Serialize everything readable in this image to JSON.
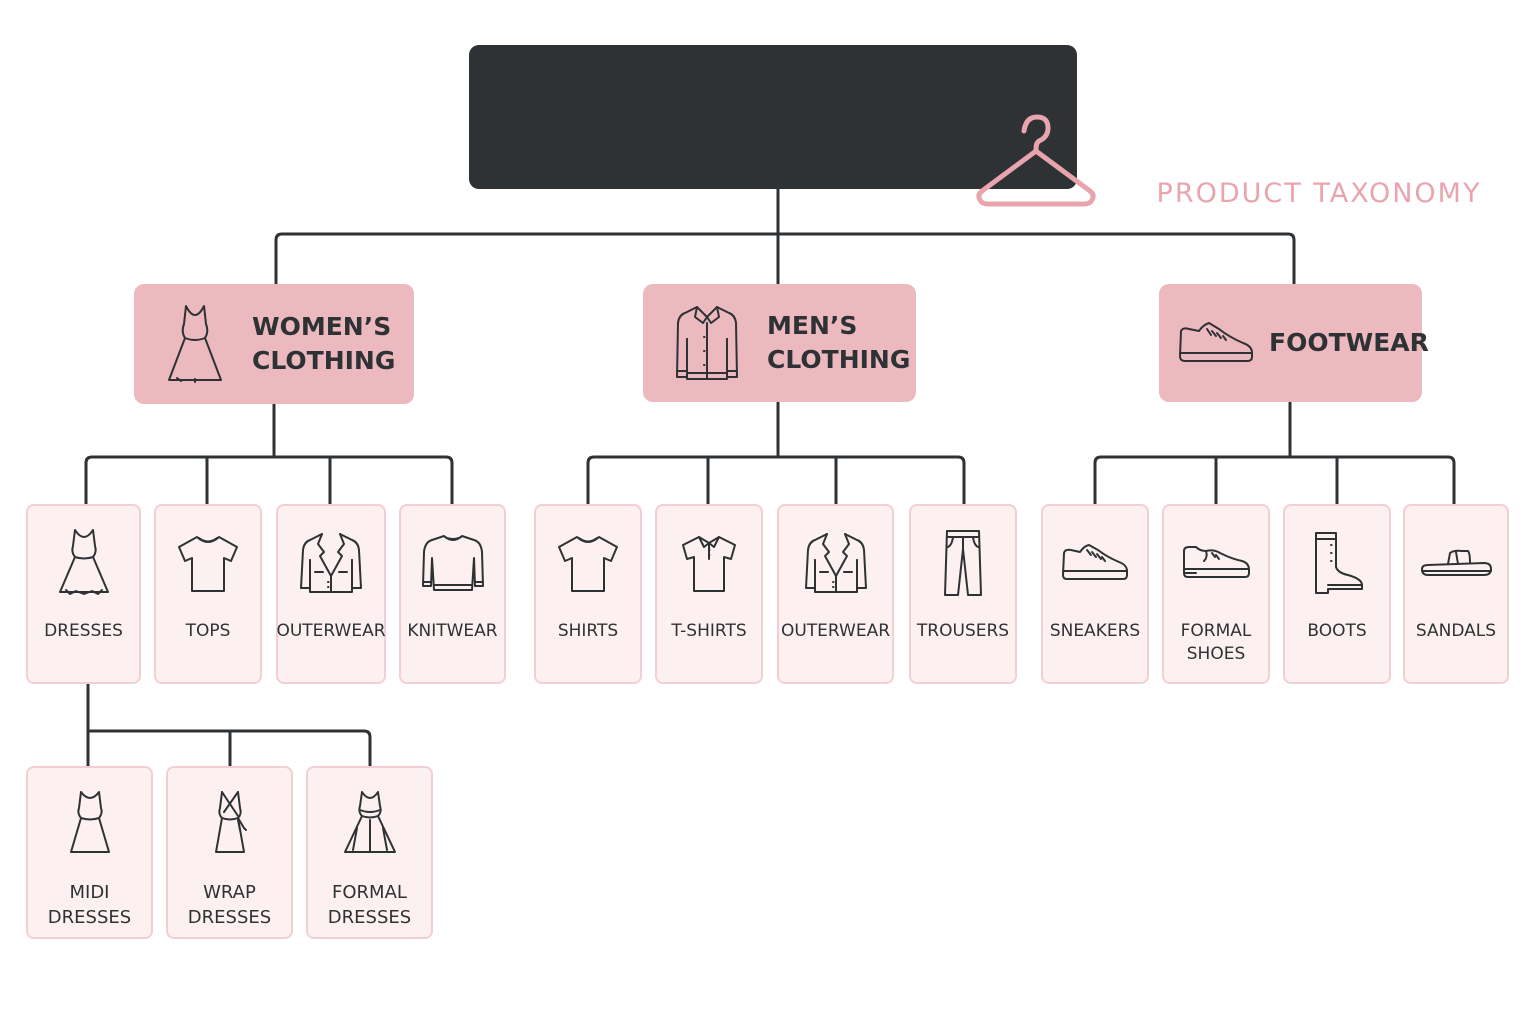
{
  "root": {
    "title": "FASHION STORE",
    "subtitle": "PRODUCT TAXONOMY",
    "icon": "hanger-icon"
  },
  "categories": [
    {
      "label": "WOMEN’S\nCLOTHING",
      "icon": "dress-icon",
      "children": [
        {
          "label": "DRESSES",
          "icon": "dress-icon",
          "children": [
            {
              "label": "MIDI\nDRESSES",
              "icon": "midi-dress-icon"
            },
            {
              "label": "WRAP\nDRESSES",
              "icon": "wrap-dress-icon"
            },
            {
              "label": "FORMAL\nDRESSES",
              "icon": "formal-dress-icon"
            }
          ]
        },
        {
          "label": "TOPS",
          "icon": "tshirt-icon"
        },
        {
          "label": "OUTERWEAR",
          "icon": "blazer-icon"
        },
        {
          "label": "KNITWEAR",
          "icon": "sweater-icon"
        }
      ]
    },
    {
      "label": "MEN’S\nCLOTHING",
      "icon": "shirt-icon",
      "children": [
        {
          "label": "SHIRTS",
          "icon": "tshirt-icon"
        },
        {
          "label": "T-SHIRTS",
          "icon": "polo-icon"
        },
        {
          "label": "OUTERWEAR",
          "icon": "blazer-icon"
        },
        {
          "label": "TROUSERS",
          "icon": "trousers-icon"
        }
      ]
    },
    {
      "label": "FOOTWEAR",
      "icon": "shoe-icon",
      "children": [
        {
          "label": "SNEAKERS",
          "icon": "sneaker-icon"
        },
        {
          "label": "FORMAL\nSHOES",
          "icon": "formal-shoe-icon"
        },
        {
          "label": "BOOTS",
          "icon": "boot-icon"
        },
        {
          "label": "SANDALS",
          "icon": "sandal-icon"
        }
      ]
    }
  ],
  "colors": {
    "root_background": "#2f3235",
    "accent_pink": "#eaa4ae",
    "category_background": "#ecb9bf",
    "leaf_background": "#fdf0f1",
    "leaf_border": "#f3cfd4",
    "line": "#2f3235"
  }
}
